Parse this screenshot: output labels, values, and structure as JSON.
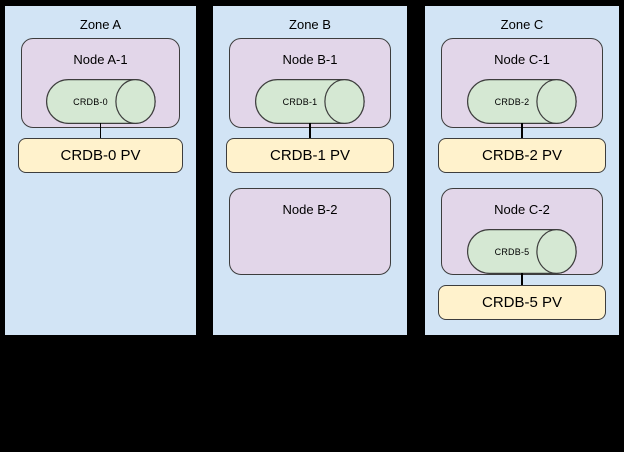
{
  "zones": [
    {
      "label": "Zone A",
      "nodes": [
        {
          "label": "Node A-1",
          "pod": "CRDB-0",
          "pv": "CRDB-0 PV"
        }
      ]
    },
    {
      "label": "Zone B",
      "nodes": [
        {
          "label": "Node B-1",
          "pod": "CRDB-1",
          "pv": "CRDB-1 PV"
        },
        {
          "label": "Node B-2"
        }
      ]
    },
    {
      "label": "Zone C",
      "nodes": [
        {
          "label": "Node C-1",
          "pod": "CRDB-2",
          "pv": "CRDB-2 PV"
        },
        {
          "label": "Node C-2",
          "pod": "CRDB-5",
          "pv": "CRDB-5 PV"
        }
      ]
    }
  ],
  "colors": {
    "background": "#000000",
    "zone_fill": "#d2e4f5",
    "node_fill": "#e2d6e9",
    "cylinder_fill": "#d5e8d3",
    "pv_fill": "#fff2cc",
    "shape_border": "#3d3d3d"
  }
}
